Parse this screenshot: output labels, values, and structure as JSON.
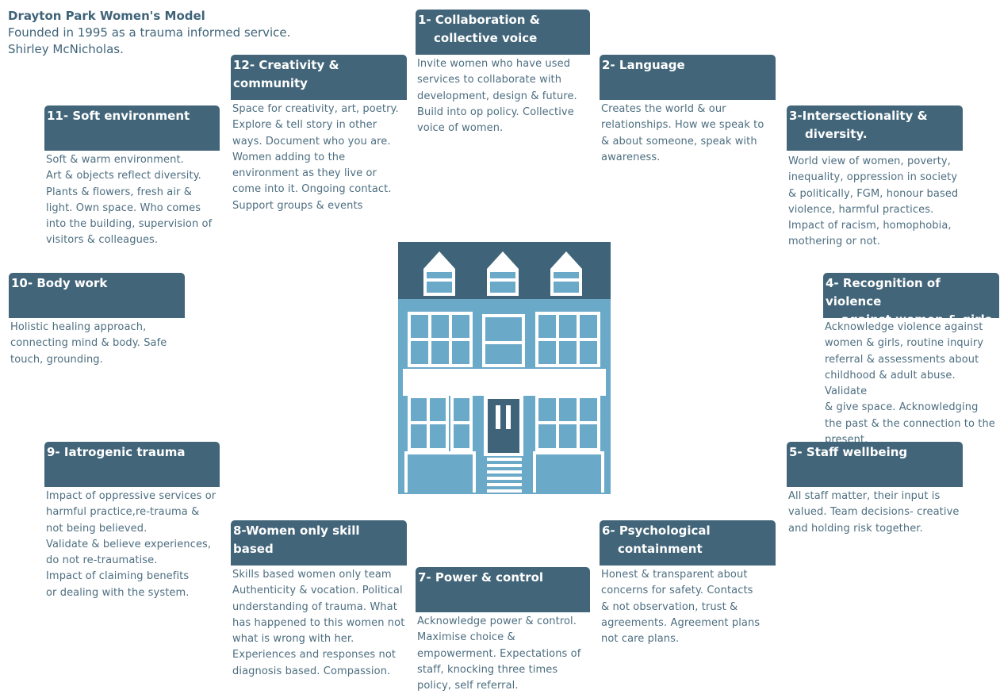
{
  "intro": {
    "title": "Drayton Park Women's Model",
    "line2": "Founded in 1995 as a trauma informed service.",
    "line3": "Shirley McNicholas."
  },
  "items": [
    {
      "num": "1-",
      "title_l1": "Collaboration &",
      "title_l2": "collective voice",
      "desc": "Invite women who have used\nservices to collaborate with\ndevelopment, design & future.\nBuild into op policy. Collective\nvoice of women."
    },
    {
      "num": "2-",
      "title_l1": "Language",
      "title_l2": "",
      "desc": "Creates the world & our\nrelationships. How we speak to\n& about someone, speak with\nawareness."
    },
    {
      "num": "3-",
      "title_l1": "Intersectionality &",
      "title_l2": "diversity.",
      "desc": "World view of women, poverty,\ninequality, oppression in society\n& politically, FGM, honour based\nviolence, harmful practices.\nImpact of racism, homophobia,\nmothering or not."
    },
    {
      "num": "4-",
      "title_l1": "Recognition of violence",
      "title_l2": "against women & girls",
      "desc": "Acknowledge violence against\nwomen & girls, routine inquiry\nreferral & assessments about\nchildhood & adult abuse. Validate\n& give space. Acknowledging\nthe past & the connection to the\npresent."
    },
    {
      "num": "5-",
      "title_l1": "Staff wellbeing",
      "title_l2": "",
      "desc": "All staff matter, their input is\nvalued. Team decisions- creative\nand holding risk together."
    },
    {
      "num": "6-",
      "title_l1": "Psychological",
      "title_l2": "containment",
      "desc": "Honest & transparent about\nconcerns for safety. Contacts\n& not observation, trust &\nagreements. Agreement plans\nnot care plans."
    },
    {
      "num": "7-",
      "title_l1": "Power & control",
      "title_l2": "",
      "desc": "Acknowledge power & control.\nMaximise choice &\nempowerment. Expectations of\nstaff, knocking three times\npolicy, self referral."
    },
    {
      "num": "8-",
      "title_l1": "Women only skill based",
      "title_l2": "",
      "desc": "Skills based women only team\nAuthenticity & vocation. Political\nunderstanding of trauma. What\nhas happened to this women not\nwhat is wrong with her.\nExperiences and responses not\ndiagnosis based. Compassion."
    },
    {
      "num": "9-",
      "title_l1": "Iatrogenic trauma",
      "title_l2": "",
      "desc": "Impact of oppressive services or\nharmful practice,re-trauma &\nnot being believed.\nValidate & believe experiences,\ndo not re-traumatise.\nImpact of claiming benefits\nor dealing with the system."
    },
    {
      "num": "10-",
      "title_l1": "Body work",
      "title_l2": "",
      "desc": "Holistic healing approach,\nconnecting mind & body. Safe\ntouch, grounding."
    },
    {
      "num": "11-",
      "title_l1": "Soft environment",
      "title_l2": "",
      "desc": "Soft & warm environment.\nArt & objects reflect diversity.\nPlants & flowers, fresh air &\nlight. Own space. Who comes\ninto the building, supervision of\nvisitors & colleagues."
    },
    {
      "num": "12-",
      "title_l1": "Creativity & community",
      "title_l2": "",
      "desc": "Space for creativity, art, poetry.\nExplore & tell story in other\nways. Document who you are.\nWomen adding to the\nenvironment as they live or\ncome into it. Ongoing contact.\nSupport groups & events"
    }
  ],
  "colors": {
    "header_bg": "#426579",
    "text": "#4d6e80",
    "house_dark": "#3f6479",
    "house_light": "#6ba9c9"
  },
  "icon": "house-icon"
}
